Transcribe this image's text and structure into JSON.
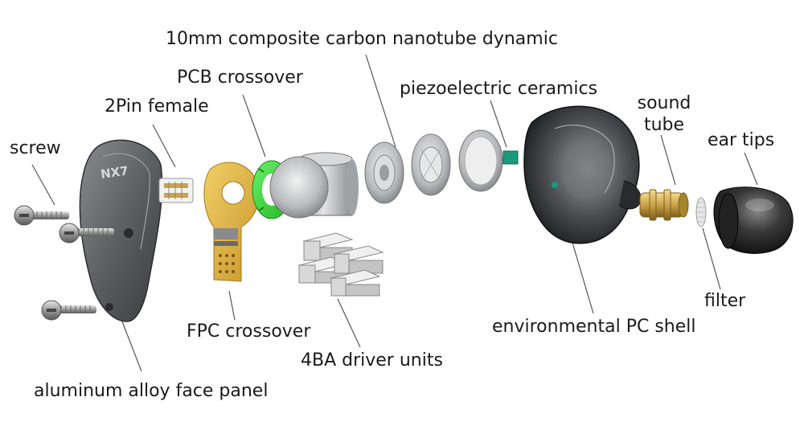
{
  "labels": {
    "dynamic": "10mm composite carbon nanotube dynamic",
    "pcb": "PCB crossover",
    "piezo": "piezoelectric ceramics",
    "pin": "2Pin female",
    "sound_tube_line1": "sound",
    "sound_tube_line2": "tube",
    "screw": "screw",
    "ear_tips": "ear tips",
    "filter": "filter",
    "fpc": "FPC crossover",
    "ba": "4BA driver units",
    "shell": "environmental PC shell",
    "face_panel": "aluminum alloy face panel"
  },
  "panel_engraving": "NX7",
  "colors": {
    "text": "#1a1a1a",
    "leader": "#555555",
    "fpc_gold": "#d9b23a",
    "pcb_green": "#3ad43a",
    "piezo_teal": "#1a9a7a",
    "brass": "#c9a24a",
    "panel_gray": "#5c5e62"
  }
}
